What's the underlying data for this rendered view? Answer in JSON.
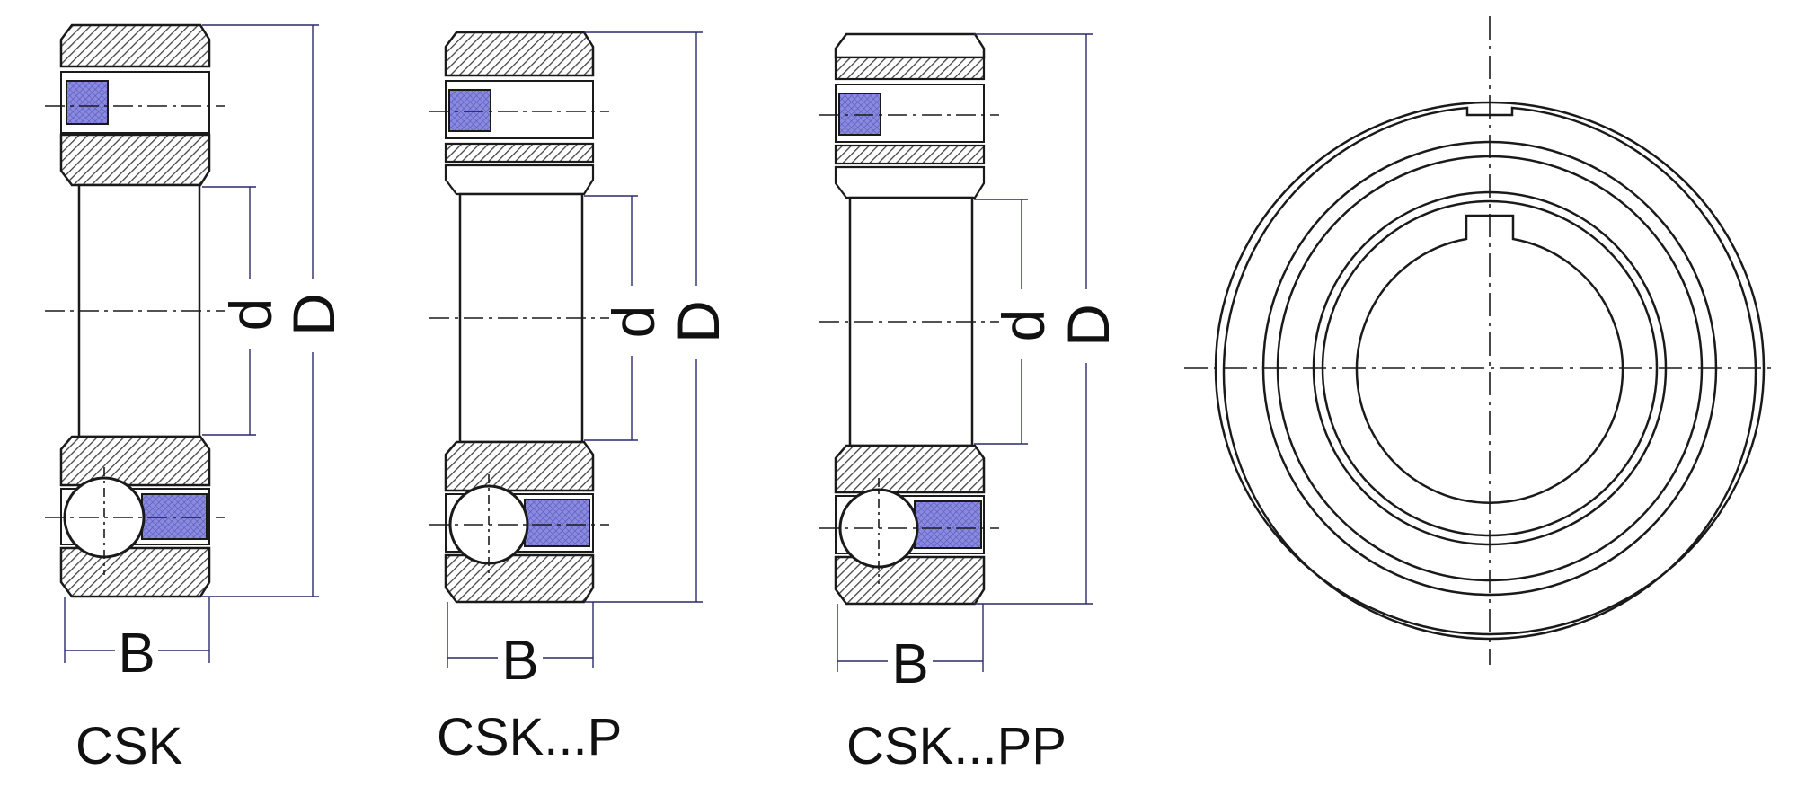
{
  "colors": {
    "line": "#1a1a1a",
    "hatch": "#555555",
    "sprag": "#6f6fd6",
    "dimline": "#2a2a6a",
    "background": "#ffffff"
  },
  "figures": [
    {
      "name": "CSK",
      "dim_B": "B",
      "dim_d": "d",
      "dim_D": "D"
    },
    {
      "name": "CSK...P",
      "dim_B": "B",
      "dim_d": "d",
      "dim_D": "D"
    },
    {
      "name": "CSK...PP",
      "dim_B": "B",
      "dim_d": "d",
      "dim_D": "D"
    }
  ],
  "front_view": {
    "name": "front-view-keyed-bearing"
  }
}
